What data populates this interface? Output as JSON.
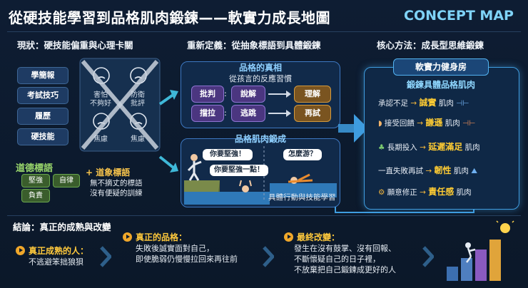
{
  "title": "從硬技能學習到品格肌肉鍛鍊——軟實力成長地圖",
  "concept_label": "CONCEPT MAP",
  "left": {
    "heading": "現狀：硬技能偏重與心理卡關",
    "items": [
      "學簡報",
      "考試技巧",
      "履歷",
      "硬技能"
    ],
    "fears": [
      "害怕\n不夠好",
      "防衛\n批評",
      "焦慮",
      "焦慮"
    ],
    "moral_title": "道德標語",
    "moral_tags": [
      "堅強",
      "自律",
      "負責"
    ],
    "abstract_title": "+ 道象標語",
    "abstract_desc_1": "無不摘丈的標語",
    "abstract_desc_2": "沒有便疑的訓練"
  },
  "middle": {
    "heading": "重新定義：從抽象標語到具體鍛鍊",
    "truth_title": "品格的真相",
    "truth_sub": "從孩言的反應習慣",
    "pairs": [
      {
        "from": "批判",
        "via": "說解",
        "to": "理解"
      },
      {
        "from": "擋拉",
        "via": "逃跳",
        "to": "再試"
      }
    ],
    "muscle_title": "品格肌肉鍛成",
    "bubble_1": "你要堅強！",
    "bubble_2": "你要堅強一點！",
    "bubble_3": "怎麼游？",
    "caption": "具體行動與技能學習"
  },
  "right": {
    "heading": "核心方法：成長型思維鍛鍊",
    "gym_title": "軟實力健身房",
    "gym_sub": "鍛鍊具體品格肌肉",
    "rows": [
      {
        "action": "承認不足",
        "trait": "誠實",
        "suffix": "肌肉"
      },
      {
        "action": "接受回饋",
        "trait": "謙遜",
        "suffix": "肌肉"
      },
      {
        "action": "長期投入",
        "trait": "延遲滿足",
        "suffix": "肌肉"
      },
      {
        "action": "一直失敗再試",
        "trait": "韌性",
        "suffix": "肌肉"
      },
      {
        "action": "願意修正",
        "trait": "責任感",
        "suffix": "肌肉"
      }
    ]
  },
  "bottom": {
    "heading": "結論：真正的成熟與改變",
    "blocks": [
      {
        "title": "真正成熟的人：",
        "lines": [
          "不逃避笨拙狼狽"
        ]
      },
      {
        "title": "真正的品格：",
        "lines": [
          "失敗後誠實面對自己，",
          "即使脆弱仍慢慢拉回來再往前"
        ]
      },
      {
        "title": "最終改變：",
        "lines": [
          "發生在沒有鼓掌、沒有回報、",
          "不斷懷疑自己的日子裡，",
          "不放棄把自己鍛鍊成更好的人"
        ]
      }
    ]
  },
  "colors": {
    "background": "#0d1b2e",
    "accent_blue": "#3f9de0",
    "accent_yellow": "#ffc93c",
    "green": "#6aa84f",
    "purple": "#5a3f8c",
    "orange": "#b8792b"
  }
}
